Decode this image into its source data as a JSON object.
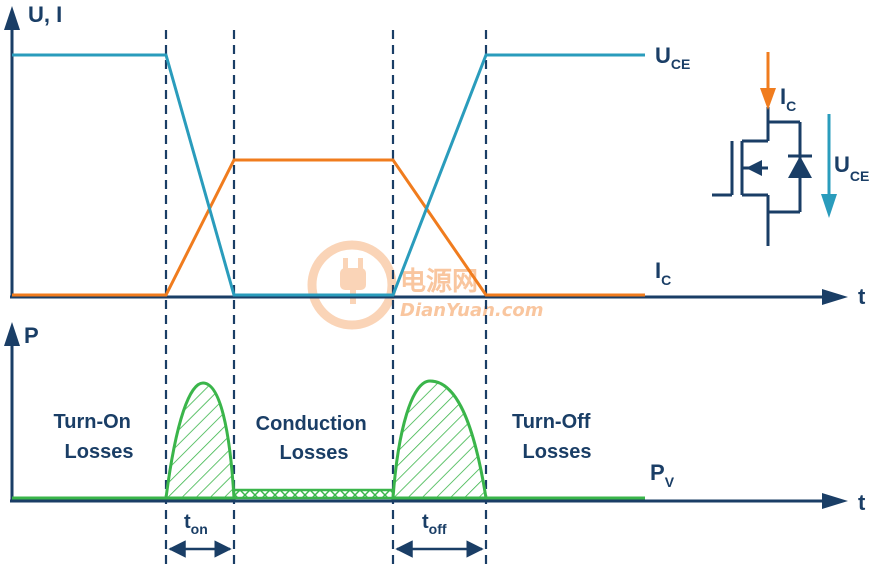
{
  "top_graph": {
    "y_label": "U, I",
    "x_label": "t",
    "uce_label": {
      "main": "U",
      "sub": "CE"
    },
    "ic_label": {
      "main": "I",
      "sub": "C"
    }
  },
  "bottom_graph": {
    "y_label": "P",
    "x_label": "t",
    "pv_label": {
      "main": "P",
      "sub": "V"
    },
    "regions": {
      "turn_on": [
        "Turn-On",
        "Losses"
      ],
      "conduction": [
        "Conduction",
        "Losses"
      ],
      "turn_off": [
        "Turn-Off",
        "Losses"
      ]
    },
    "t_on": {
      "main": "t",
      "sub": "on"
    },
    "t_off": {
      "main": "t",
      "sub": "off"
    }
  },
  "circuit": {
    "ic_label": {
      "main": "I",
      "sub": "C"
    },
    "uce_label": {
      "main": "U",
      "sub": "CE"
    }
  },
  "watermark": {
    "cn": "电源网",
    "en": "DianYuan.com"
  },
  "colors": {
    "axis": "#1a3e66",
    "voltage": "#2a9cbc",
    "current": "#f07c1e",
    "power": "#3ab54a",
    "watermark": "#f5a060"
  }
}
